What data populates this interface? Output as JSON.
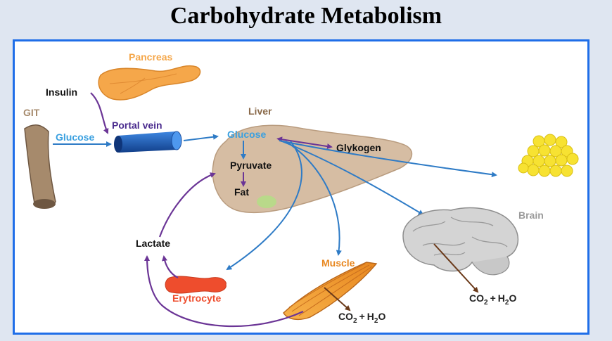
{
  "title": "Carbohydrate Metabolism",
  "labels": {
    "pancreas": "Pancreas",
    "insulin": "Insulin",
    "git": "GIT",
    "glucose_git": "Glucose",
    "portal_vein": "Portal vein",
    "liver": "Liver",
    "glucose_liver": "Glucose",
    "glykogen": "Glykogen",
    "pyruvate": "Pyruvate",
    "fat": "Fat",
    "brain": "Brain",
    "lactate": "Lactate",
    "erytrocyte": "Erytrocyte",
    "muscle": "Muscle"
  },
  "products": {
    "muscle": {
      "co2": "CO",
      "h2o": "H",
      "o": "O",
      "sub": "2",
      "plus": "+"
    },
    "brain": {
      "co2": "CO",
      "h2o": "H",
      "o": "O",
      "sub": "2",
      "plus": "+"
    }
  },
  "colors": {
    "blue_arrow": "#2e7bc6",
    "purple_arrow": "#6b3596",
    "pancreas": "#f5a74a",
    "liver": "#d6bda3",
    "portal_vein": "#1f63c2",
    "git": "#a68a6c",
    "fat": "#f7e232",
    "brain": "#cfcfcf",
    "erytrocyte": "#ee4d2d",
    "muscle": "#f2a23a",
    "frame_border": "#1f6ee8"
  }
}
